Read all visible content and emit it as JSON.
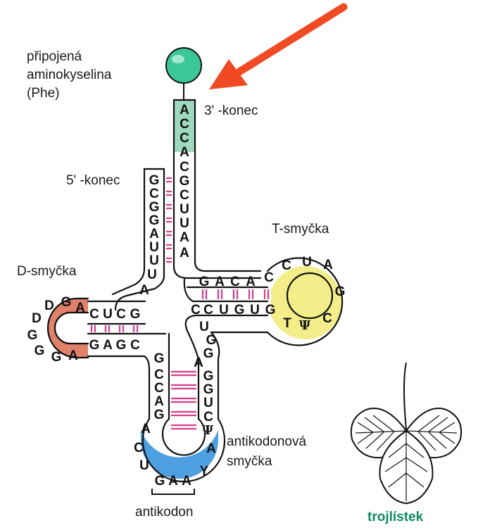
{
  "labels": {
    "amino_acid_line1": "připojená",
    "amino_acid_line2": "aminokyselina",
    "amino_acid_line3": "(Phe)",
    "three_prime_end": "3' -konec",
    "five_prime_end": "5' -konec",
    "t_loop": "T-smyčka",
    "d_loop": "D-smyčka",
    "anticodon_loop_line1": "antikodonová",
    "anticodon_loop_line2": "smyčka",
    "anticodon": "antikodon",
    "cloverleaf": "trojlístek"
  },
  "sequences": {
    "acceptor_3prime_tail": [
      "A",
      "C",
      "C",
      "A"
    ],
    "acceptor_3prime_stem": [
      "C",
      "G",
      "C",
      "U",
      "U",
      "A",
      "A"
    ],
    "acceptor_5prime_stem": [
      "G",
      "C",
      "G",
      "G",
      "A",
      "U",
      "U"
    ],
    "d_connector": [
      "U",
      "A"
    ],
    "d_stem_top": [
      "C",
      "U",
      "C",
      "G"
    ],
    "d_loop": [
      "A",
      "G",
      "D",
      "D",
      "G",
      "G",
      "G",
      "A"
    ],
    "d_stem_bottom": [
      "G",
      "A",
      "G",
      "C"
    ],
    "anticodon_stem_left": [
      "G",
      "C",
      "C",
      "A",
      "G"
    ],
    "anticodon_loop": [
      "A",
      "C",
      "U",
      "G",
      "A",
      "A",
      "Y",
      "A",
      "Ψ"
    ],
    "anticodon_triplet": [
      "G",
      "A",
      "A"
    ],
    "anticodon_stem_right": [
      "C",
      "U",
      "G",
      "G",
      "A"
    ],
    "variable_loop": [
      "G",
      "G",
      "U",
      "C"
    ],
    "t_stem_bottom": [
      "C",
      "U",
      "G",
      "U",
      "G"
    ],
    "t_loop": [
      "T",
      "Ψ",
      "C",
      "G",
      "A",
      "U",
      "C"
    ],
    "t_stem_top": [
      "G",
      "A",
      "C",
      "A",
      "C"
    ]
  },
  "colors": {
    "amino_acid_ball": "#3cc79a",
    "acceptor_highlight": "#9fd8be",
    "d_loop_fill": "#e0816a",
    "t_loop_fill": "#f3ee8a",
    "anticodon_fill": "#4d9fe0",
    "base_pair_bond": "#d63c8c",
    "arrow": "#f04a24",
    "cloverleaf_label": "#0f8a5c"
  },
  "icons": {
    "pointer": "arrow-icon",
    "leaf": "cloverleaf-icon"
  }
}
